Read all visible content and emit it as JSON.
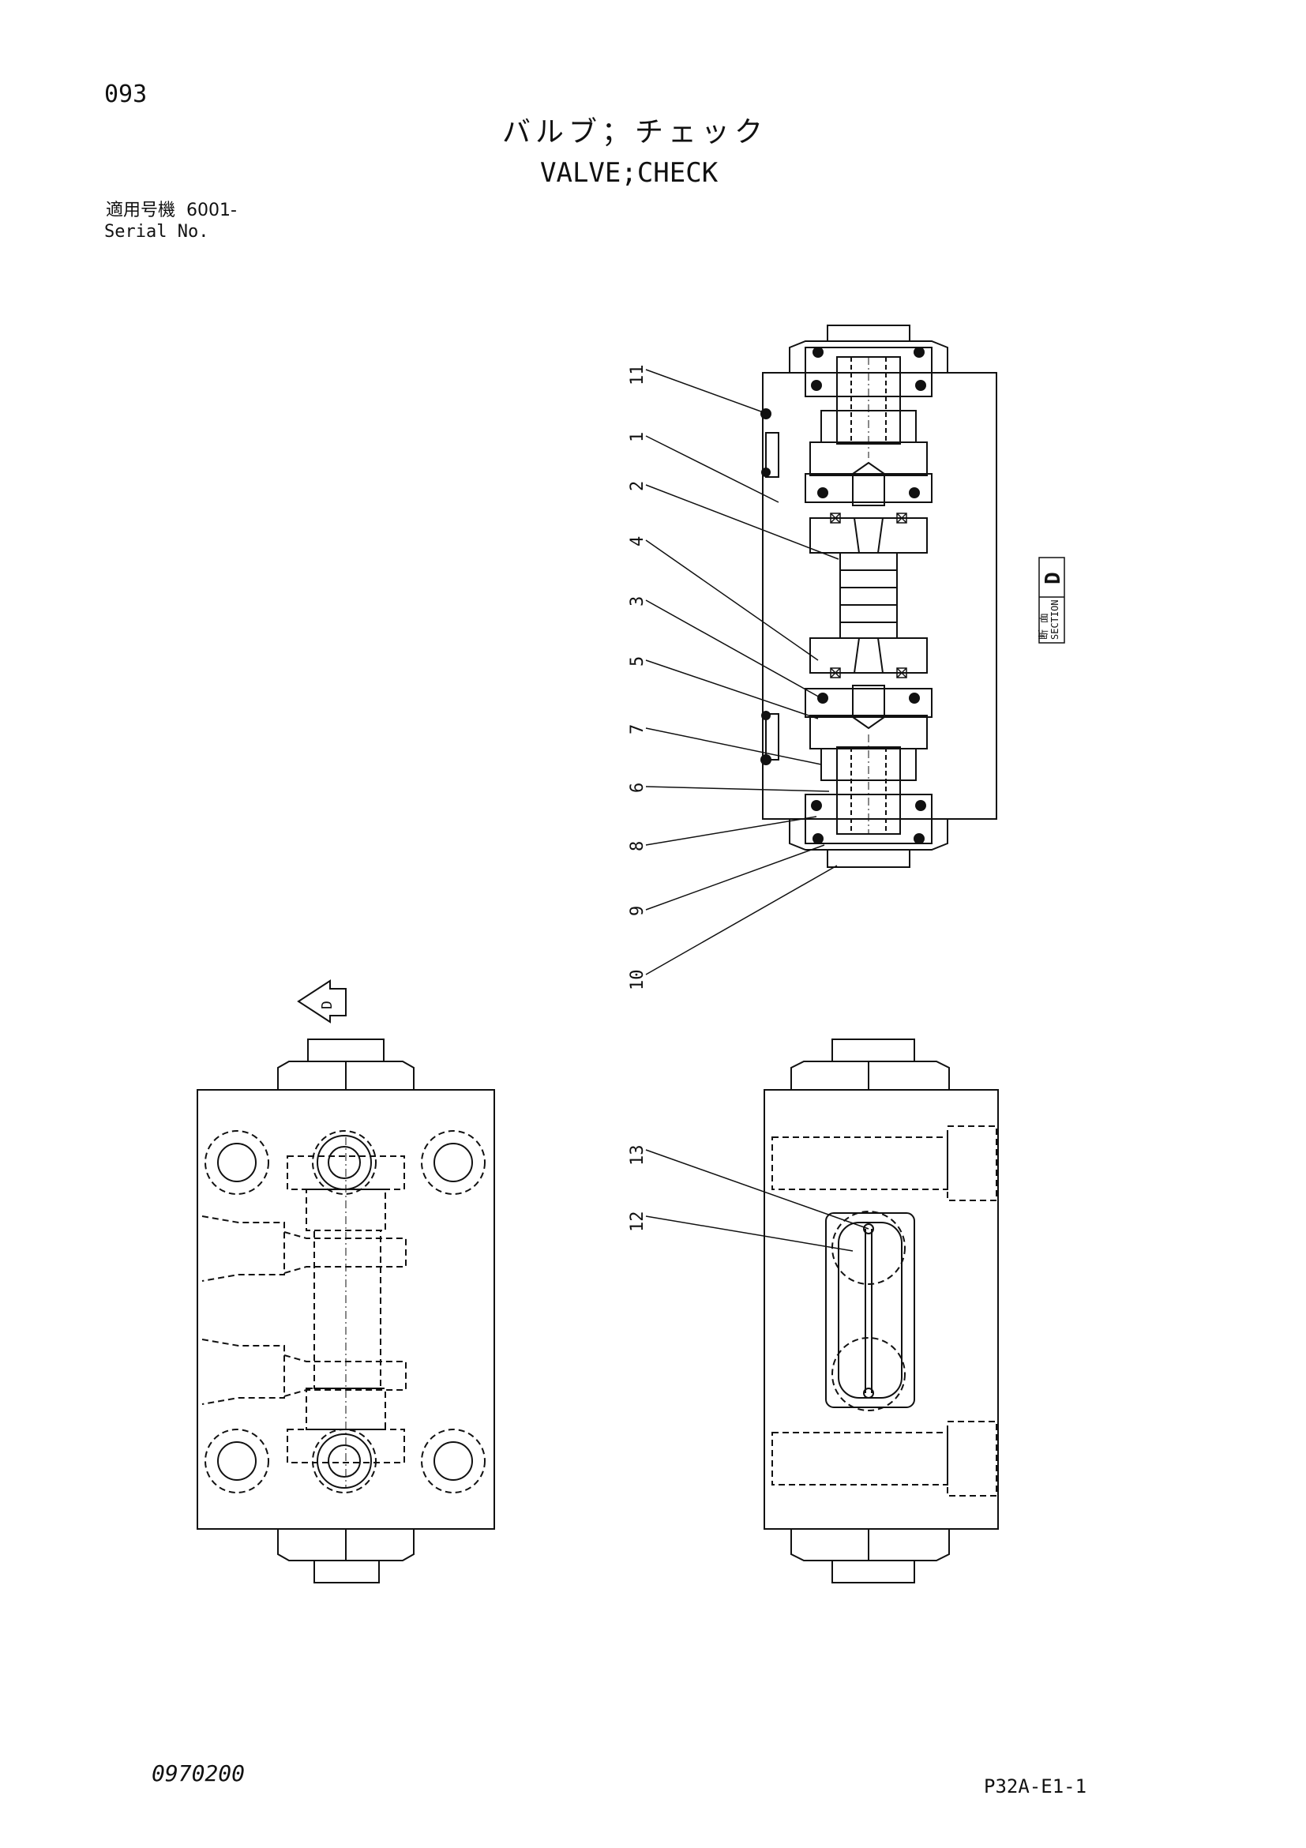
{
  "header": {
    "page_number": "093",
    "title_jp": "バルブ；チェック",
    "title_en": "VALVE;CHECK",
    "serial_label_jp": "適用号機",
    "serial_value": "6001-",
    "serial_label_en": "Serial No."
  },
  "section_marker": {
    "label_jp": "断 面",
    "label_en": "SECTION",
    "letter": "D"
  },
  "view_arrow_letter": "D",
  "callouts": [
    "11",
    "1",
    "2",
    "4",
    "3",
    "5",
    "7",
    "6",
    "8",
    "9",
    "10",
    "13",
    "12"
  ],
  "footer": {
    "doc_code": "0970200",
    "page_ref": "P32A-E1-1"
  }
}
